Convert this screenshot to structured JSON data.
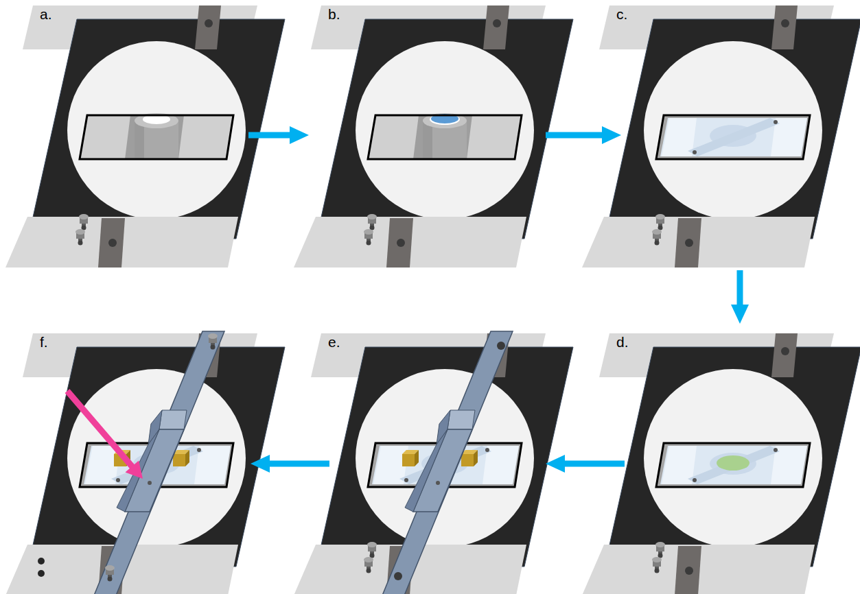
{
  "diagram": {
    "nodes": [
      {
        "text": [
          "a."
        ]
      },
      {
        "text": [
          "b."
        ]
      },
      {
        "text": [
          "c."
        ]
      },
      {
        "text": [
          "d."
        ]
      },
      {
        "text": [
          "e."
        ]
      },
      {
        "text": [
          "f."
        ]
      }
    ],
    "edges": [
      {
        "from": 0,
        "to": 1,
        "arrow": "to"
      },
      {
        "from": 1,
        "to": 2,
        "arrow": "to"
      },
      {
        "from": 2,
        "to": 3,
        "arrow": "to"
      },
      {
        "from": 3,
        "to": 4,
        "arrow": "to"
      },
      {
        "from": 4,
        "to": 5,
        "arrow": "to"
      }
    ]
  }
}
